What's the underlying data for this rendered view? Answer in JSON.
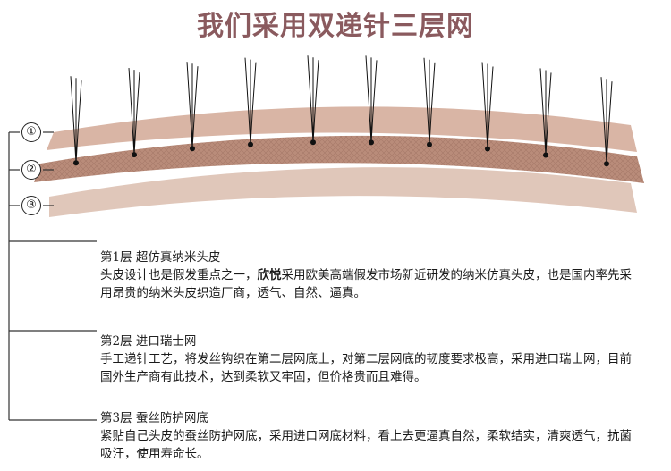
{
  "title": "我们采用双递针三层网",
  "colors": {
    "title": "#8a5a5e",
    "layer_top": "#d9b5a5",
    "layer_mid": "#b98c7a",
    "layer_bottom": "#e0c7ba"
  },
  "markers": [
    "①",
    "②",
    "③"
  ],
  "sections": [
    {
      "heading": "第1层  超仿真纳米头皮",
      "body_pre": "头皮设计也是假发重点之一，",
      "brand": "欣悦",
      "body_post": "采用欧美高端假发市场新近研发的纳米仿真头皮，也是国内率先采用昂贵的纳米头皮织造厂商，透气、自然、逼真。"
    },
    {
      "heading": "第2层  进口瑞士网",
      "body": "手工递针工艺，将发丝钩织在第二层网底上，对第二层网底的韧度要求极高，采用进口瑞士网，目前国外生产商有此技术，达到柔软又牢固，但价格贵而且难得。"
    },
    {
      "heading": "第3层  蚕丝防护网底",
      "body": "紧贴自己头皮的蚕丝防护网底，采用进口网底材料，看上去更逼真自然，柔软结实，清爽透气，抗菌吸汗，使用寿命长。"
    }
  ]
}
